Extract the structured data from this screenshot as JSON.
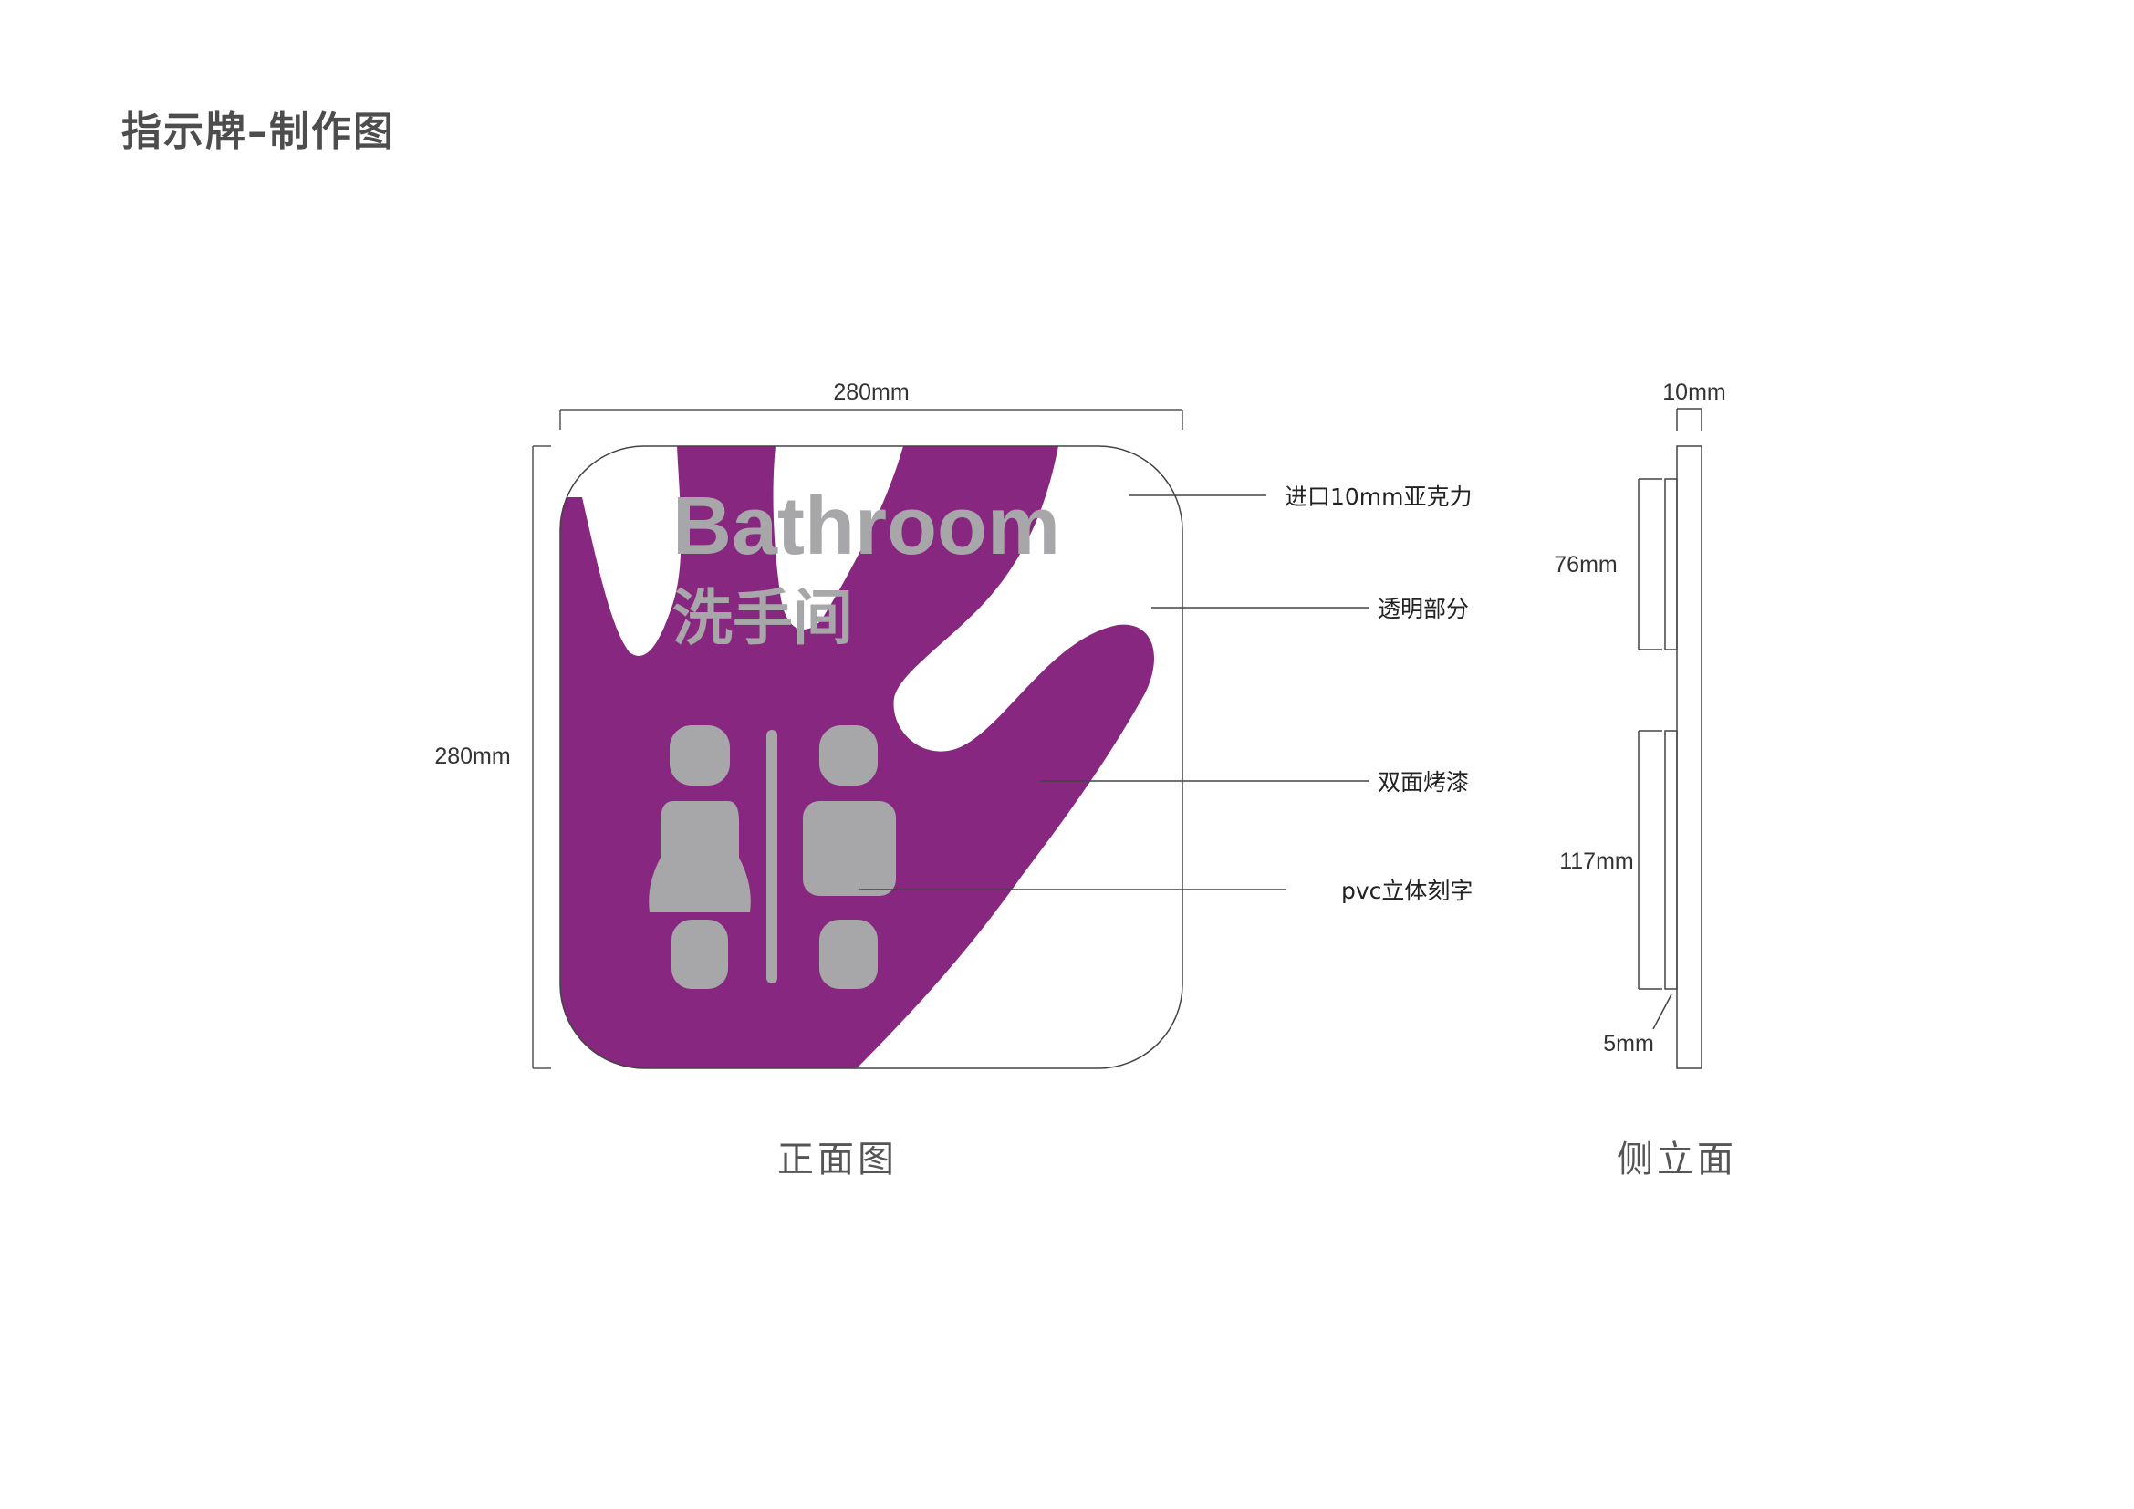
{
  "page": {
    "title": "指示牌–制作图"
  },
  "front_view": {
    "caption": "正面图",
    "width_label": "280mm",
    "height_label": "280mm",
    "sign_text_en": "Bathroom",
    "sign_text_cn": "洗手间",
    "callouts": [
      "进口10mm亚克力",
      "透明部分",
      "双面烤漆",
      "pvc立体刻字"
    ]
  },
  "side_view": {
    "caption": "侧立面",
    "thickness_label": "10mm",
    "upper_label": "76mm",
    "lower_label": "117mm",
    "offset_label": "5mm"
  },
  "colors": {
    "purple": "#87277f",
    "gray": "#a7a6a8",
    "text": "#333333",
    "line": "#555555"
  }
}
